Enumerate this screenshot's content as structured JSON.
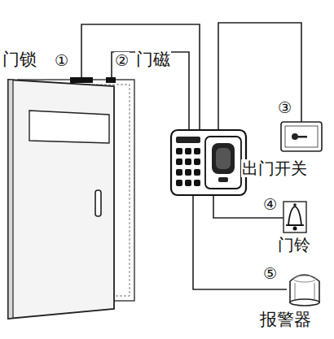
{
  "diagram": {
    "labels": [
      "门锁",
      "①",
      "②",
      "门磁",
      "③",
      "出门开关",
      "④",
      "门铃",
      "⑤",
      "报警器"
    ]
  }
}
